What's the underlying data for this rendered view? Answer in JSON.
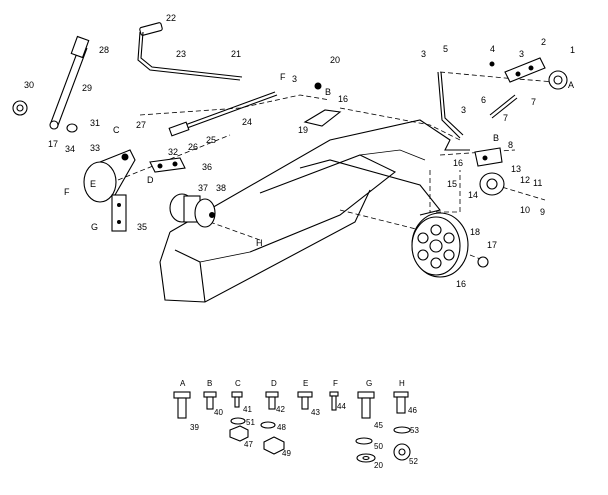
{
  "callouts": [
    {
      "id": "c1",
      "text": "1"
    },
    {
      "id": "c2",
      "text": "2"
    },
    {
      "id": "c3a",
      "text": "3"
    },
    {
      "id": "c3b",
      "text": "3"
    },
    {
      "id": "c3c",
      "text": "3"
    },
    {
      "id": "c3d",
      "text": "3"
    },
    {
      "id": "c4",
      "text": "4"
    },
    {
      "id": "c5",
      "text": "5"
    },
    {
      "id": "c6",
      "text": "6"
    },
    {
      "id": "c7a",
      "text": "7"
    },
    {
      "id": "c7b",
      "text": "7"
    },
    {
      "id": "c8",
      "text": "8"
    },
    {
      "id": "c9",
      "text": "9"
    },
    {
      "id": "c10",
      "text": "10"
    },
    {
      "id": "c11",
      "text": "11"
    },
    {
      "id": "c12",
      "text": "12"
    },
    {
      "id": "c13",
      "text": "13"
    },
    {
      "id": "c14",
      "text": "14"
    },
    {
      "id": "c15",
      "text": "15"
    },
    {
      "id": "c16a",
      "text": "16"
    },
    {
      "id": "c16b",
      "text": "16"
    },
    {
      "id": "c16c",
      "text": "16"
    },
    {
      "id": "c17a",
      "text": "17"
    },
    {
      "id": "c17b",
      "text": "17"
    },
    {
      "id": "c18",
      "text": "18"
    },
    {
      "id": "c19",
      "text": "19"
    },
    {
      "id": "c20",
      "text": "20"
    },
    {
      "id": "c21",
      "text": "21"
    },
    {
      "id": "c22",
      "text": "22"
    },
    {
      "id": "c23",
      "text": "23"
    },
    {
      "id": "c24",
      "text": "24"
    },
    {
      "id": "c25",
      "text": "25"
    },
    {
      "id": "c26",
      "text": "26"
    },
    {
      "id": "c27",
      "text": "27"
    },
    {
      "id": "c28",
      "text": "28"
    },
    {
      "id": "c29",
      "text": "29"
    },
    {
      "id": "c30",
      "text": "30"
    },
    {
      "id": "c31",
      "text": "31"
    },
    {
      "id": "c32",
      "text": "32"
    },
    {
      "id": "c33",
      "text": "33"
    },
    {
      "id": "c34",
      "text": "34"
    },
    {
      "id": "c35",
      "text": "35"
    },
    {
      "id": "c36",
      "text": "36"
    },
    {
      "id": "c37",
      "text": "37"
    },
    {
      "id": "c38",
      "text": "38"
    },
    {
      "id": "lA",
      "text": "A"
    },
    {
      "id": "lB1",
      "text": "B"
    },
    {
      "id": "lB2",
      "text": "B"
    },
    {
      "id": "lC",
      "text": "C"
    },
    {
      "id": "lD",
      "text": "D"
    },
    {
      "id": "lE",
      "text": "E"
    },
    {
      "id": "lF1",
      "text": "F"
    },
    {
      "id": "lF2",
      "text": "F"
    },
    {
      "id": "lG",
      "text": "G"
    },
    {
      "id": "lH",
      "text": "H"
    }
  ],
  "hardware_legend": [
    {
      "letter": "A",
      "part": "39"
    },
    {
      "letter": "B",
      "part": "40"
    },
    {
      "letter": "C",
      "part": "41",
      "extra": [
        "51",
        "47"
      ]
    },
    {
      "letter": "D",
      "part": "42",
      "extra": [
        "48",
        "49"
      ]
    },
    {
      "letter": "E",
      "part": "43"
    },
    {
      "letter": "F",
      "part": "44"
    },
    {
      "letter": "G",
      "part": "45",
      "extra": [
        "50",
        "20"
      ]
    },
    {
      "letter": "H",
      "part": "46",
      "extra": [
        "53",
        "52"
      ]
    }
  ],
  "colors": {
    "ink": "#000000",
    "paper": "#ffffff"
  }
}
